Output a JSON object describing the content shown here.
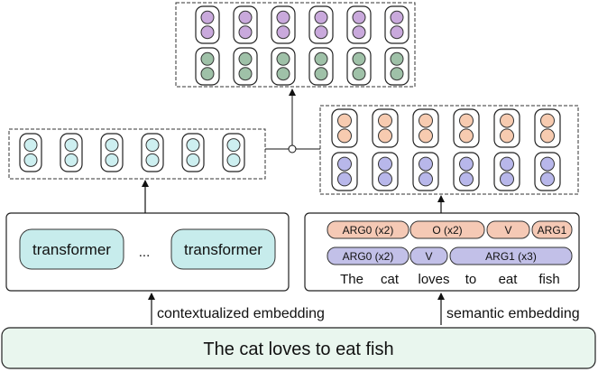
{
  "input": {
    "sentence": "The cat loves to eat fish"
  },
  "left_branch": {
    "arrow_label": "contextualized embedding",
    "block_left": "transformer",
    "ellipsis": "...",
    "block_right": "transformer"
  },
  "right_branch": {
    "arrow_label": "semantic embedding",
    "tags_row1": [
      "ARG0 (x2)",
      "O (x2)",
      "V",
      "ARG1"
    ],
    "tags_row2": [
      "ARG0 (x2)",
      "V",
      "ARG1 (x3)"
    ],
    "words": [
      "The",
      "cat",
      "loves",
      "to",
      "eat",
      "fish"
    ]
  },
  "colors": {
    "input_fill": "#e9f6ee",
    "transformer_fill": "#c7ecec",
    "ctx_vector_fill": "#cdeff0",
    "tag_row1_fill": "#f5c9b5",
    "tag_row2_fill": "#c2c0e8",
    "sem_top_fill": "#f7cbb0",
    "sem_bottom_fill": "#b8b7ea",
    "out_top_fill": "#c9a9dc",
    "out_bottom_fill": "#9fc1a8"
  }
}
